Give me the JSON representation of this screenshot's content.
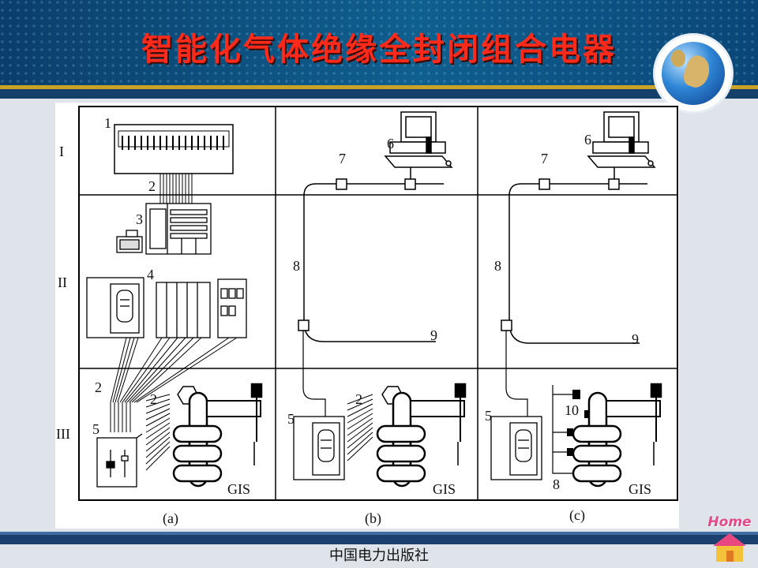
{
  "title": "智能化气体绝缘全封闭组合电器",
  "publisher": "中国电力出版社",
  "home_label": "Home",
  "diagram": {
    "levels": [
      "I",
      "II",
      "III"
    ],
    "panels": [
      "(a)",
      "(b)",
      "(c)"
    ],
    "gis_label": "GIS",
    "numbers": {
      "n1": "1",
      "n2": "2",
      "n3": "3",
      "n4": "4",
      "n5": "5",
      "n6": "6",
      "n7": "7",
      "n8": "8",
      "n9": "9",
      "n10": "10"
    }
  },
  "colors": {
    "title": "#ff2a1a",
    "header": "#0b3e6a",
    "accent_gold": "#c9a227"
  }
}
